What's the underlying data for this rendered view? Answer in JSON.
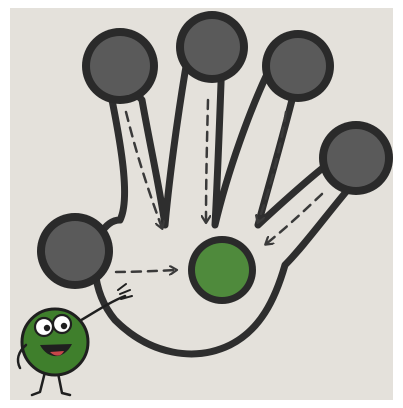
{
  "illustration": {
    "colors": {
      "paper": "#e4e1db",
      "frame": "#ffffff",
      "outline": "#2e2e2e",
      "fingertip": "#5a5a5a",
      "fingertip_dark": "#2a2a2a",
      "palm_center": "#4f8a3c",
      "character_body": "#3f7f2c",
      "character_outline": "#1f1f1f",
      "arrow": "#3a3a3a"
    },
    "fingertip_count": 5,
    "arrow_style": "dashed",
    "arrows_target": "palm-center",
    "icons": [
      "hand-outline-icon",
      "fingertip-node-icon",
      "palm-center-node-icon",
      "dashed-arrow-icon",
      "green-blob-character-icon"
    ]
  }
}
